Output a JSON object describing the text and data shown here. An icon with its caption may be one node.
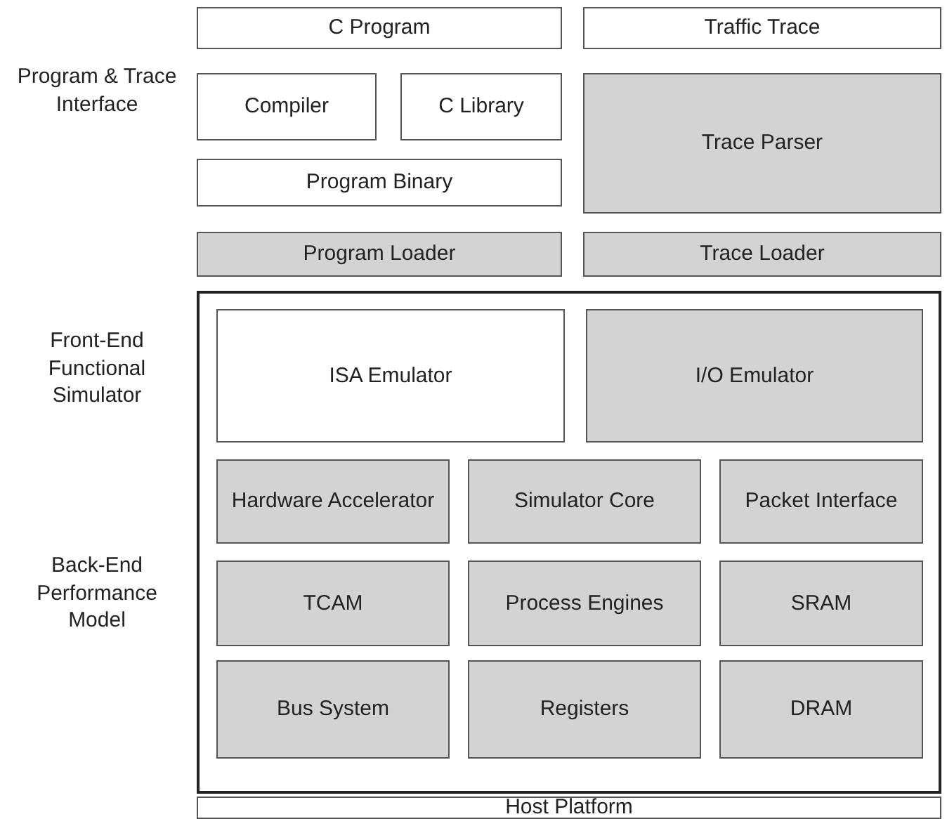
{
  "diagram": {
    "nodes": [
      {
        "text": [
          "C Program"
        ]
      },
      {
        "text": [
          "Traffic Trace"
        ]
      },
      {
        "text": [
          "Compiler"
        ]
      },
      {
        "text": [
          "C Library"
        ]
      },
      {
        "text": [
          "Trace Parser"
        ]
      },
      {
        "text": [
          "Program Binary"
        ]
      },
      {
        "text": [
          "Program Loader"
        ]
      },
      {
        "text": [
          "Trace Loader"
        ]
      },
      {
        "text": [],
        "shape": "box"
      },
      {
        "text": [
          "ISA Emulator"
        ],
        "in": 8
      },
      {
        "text": [
          "I/O Emulator"
        ],
        "in": 8
      },
      {
        "text": [
          "Hardware Accelerator"
        ],
        "in": 8
      },
      {
        "text": [
          "Simulator Core"
        ],
        "in": 8
      },
      {
        "text": [
          "Packet Interface"
        ],
        "in": 8
      },
      {
        "text": [
          "TCAM"
        ],
        "in": 8
      },
      {
        "text": [
          "Process Engines"
        ],
        "in": 8
      },
      {
        "text": [
          "SRAM"
        ],
        "in": 8
      },
      {
        "text": [
          "Bus System"
        ],
        "in": 8
      },
      {
        "text": [
          "Registers"
        ],
        "in": 8
      },
      {
        "text": [
          "DRAM"
        ],
        "in": 8
      },
      {
        "text": [
          "Host Platform"
        ]
      }
    ],
    "edges": [],
    "labels": [
      "Program & Trace Interface",
      "Front-End Functional Simulator",
      "Back-End Performance Model"
    ]
  }
}
